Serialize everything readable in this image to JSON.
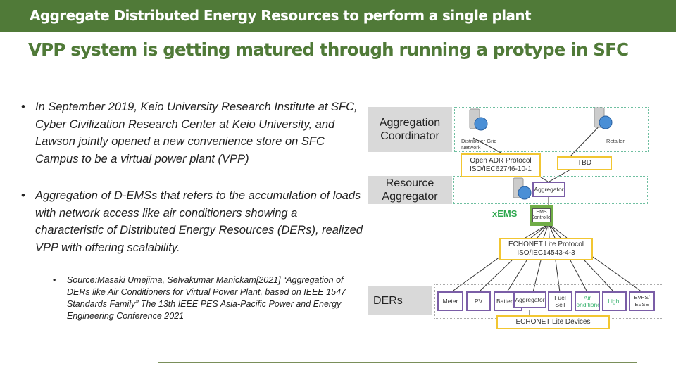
{
  "header": {
    "title": "Aggregate Distributed Energy Resources to perform a single plant"
  },
  "subtitle": "VPP system is getting matured through running a protype in SFC",
  "bullets": [
    "In September 2019, Keio University Research Institute at SFC, Cyber Civilization Research Center at Keio University, and Lawson jointly opened a new convenience store on SFC Campus to be a virtual power plant (VPP)",
    "Aggregation of D-EMSs that refers to the accumulation of loads with network access like air conditioners showing a characteristic of Distributed Energy Resources (DERs), realized VPP with offering scalability."
  ],
  "source": "Source:Masaki Umejima, Selvakumar Manickam[2021] “Aggregation of DERs like Air Conditioners for Virtual Power Plant, based on IEEE 1547 Standards Family” The 13th IEEE PES Asia-Pacific Power and Energy Engineering Conference 2021",
  "diagram": {
    "layers": {
      "coordinator": "Aggregation Coordinator",
      "resource": "Resource Aggregator",
      "ders": "DERs"
    },
    "dso": "Distributer Grid Network",
    "retailer": "Retailer",
    "openadr": [
      "Open ADR Protocol",
      "ISO/IEC62746-10-1"
    ],
    "tbd": "TBD",
    "aggregator": "Aggregator",
    "xems": "xEMS",
    "ems": "EMS Controller",
    "echonet": [
      "ECHONET  Lite Protocol",
      "ISO/IEC14543-4-3"
    ],
    "devices": [
      "Meter",
      "PV",
      "Battery",
      "Aggregator",
      "Fuel Sell",
      "Air Conditioner",
      "Light",
      "EVPS/ EVSE"
    ],
    "echonet_devices": "ECHONET  Lite Devices",
    "colors": {
      "brand": "#507a38",
      "yellow": "#f2c631",
      "purple": "#7b5ea7",
      "green": "#70ad47",
      "teal": "#3cb371"
    }
  }
}
